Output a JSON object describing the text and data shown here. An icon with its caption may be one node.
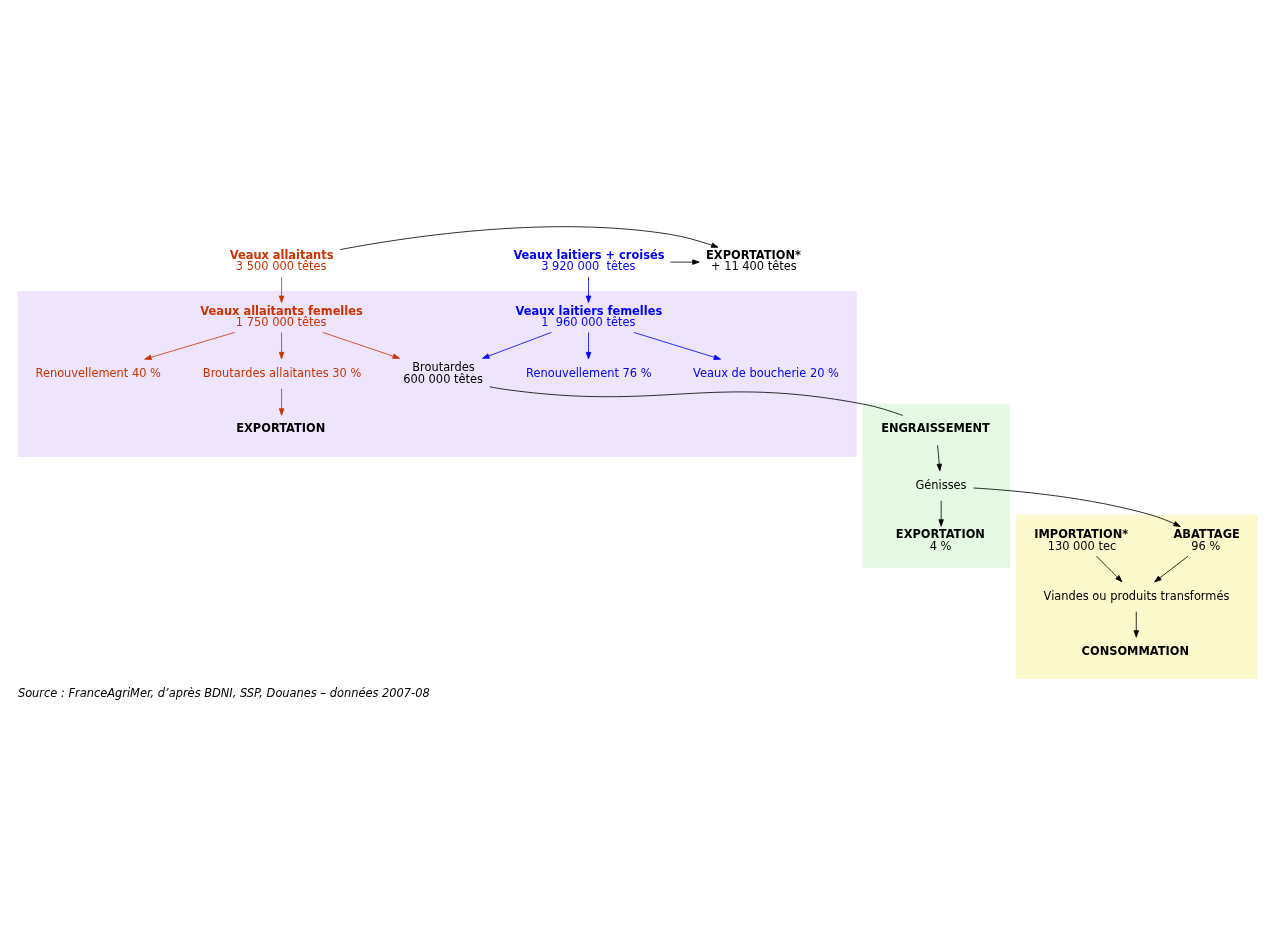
{
  "diagram": {
    "caption": "Source : FranceAgriMer, d’après BDNI, SSP, Douanes – données 2007-08",
    "nodes": [
      {
        "text": [
          "Veaux allaitants",
          "3 500 000 têtes"
        ]
      },
      {
        "text": [
          "EXPORTATION*",
          "+ 11 400 têtes"
        ]
      },
      {
        "text": [
          "Veaux laitiers + croisés",
          "3 920 000  têtes"
        ]
      },
      {
        "text": [],
        "shape": "band"
      },
      {
        "text": [
          "Veaux allaitants femelles",
          "1 750 000 têtes"
        ],
        "in": 3
      },
      {
        "text": [
          "Veaux laitiers femelles",
          "1  960 000 têtes"
        ],
        "in": 3
      },
      {
        "text": [
          "Renouvellement 40 %"
        ],
        "in": 3
      },
      {
        "text": [
          "Broutardes allaitantes 30 %"
        ],
        "in": 3
      },
      {
        "text": [
          "Broutardes",
          "600 000 têtes"
        ],
        "in": 3
      },
      {
        "text": [
          "Veaux de boucherie 20 %"
        ],
        "in": 3
      },
      {
        "text": [
          "Renouvellement 76 %"
        ],
        "in": 3
      },
      {
        "text": [
          "EXPORTATION"
        ],
        "in": 3
      },
      {
        "text": [],
        "shape": "band"
      },
      {
        "text": [
          "ENGRAISSEMENT"
        ],
        "in": 12
      },
      {
        "text": [
          "Génisses"
        ],
        "in": 12
      },
      {
        "text": [
          "EXPORTATION",
          "4 %"
        ],
        "in": 12
      },
      {
        "text": [],
        "shape": "band"
      },
      {
        "text": [
          "ABATTAGE",
          "96 %"
        ],
        "in": 16
      },
      {
        "text": [
          "IMPORTATION*",
          "130 000 tec"
        ],
        "in": 16
      },
      {
        "text": [
          "Viandes ou produits transformés"
        ],
        "in": 16
      },
      {
        "text": [
          "CONSOMMATION"
        ],
        "in": 16
      }
    ],
    "edges": [
      {
        "from": 0,
        "to": 1,
        "arrow": "to"
      },
      {
        "from": 2,
        "to": 1,
        "arrow": "to"
      },
      {
        "from": 0,
        "to": 4,
        "arrow": "to",
        "color": "#cc3300"
      },
      {
        "from": 2,
        "to": 5,
        "arrow": "to",
        "color": "#0000ff"
      },
      {
        "from": 4,
        "to": 6,
        "arrow": "to",
        "color": "#cc3300"
      },
      {
        "from": 4,
        "to": 7,
        "arrow": "to",
        "color": "#cc3300"
      },
      {
        "from": 4,
        "to": 8,
        "arrow": "to",
        "color": "#cc3300"
      },
      {
        "from": 5,
        "to": 8,
        "arrow": "to",
        "color": "#0000ff"
      },
      {
        "from": 5,
        "to": 9,
        "arrow": "to",
        "color": "#0000ff"
      },
      {
        "from": 5,
        "to": 10,
        "arrow": "to",
        "color": "#0000ff"
      },
      {
        "from": 7,
        "to": 11,
        "arrow": "to",
        "color": "#cc3300"
      },
      {
        "from": 8,
        "to": 13,
        "arrow": "none"
      },
      {
        "from": 13,
        "to": 14,
        "arrow": "to"
      },
      {
        "from": 14,
        "to": 15,
        "arrow": "to"
      },
      {
        "from": 14,
        "to": 17,
        "arrow": "to"
      },
      {
        "from": 17,
        "to": 19,
        "arrow": "to"
      },
      {
        "from": 18,
        "to": 19,
        "arrow": "to"
      },
      {
        "from": 19,
        "to": 20,
        "arrow": "to"
      }
    ]
  }
}
